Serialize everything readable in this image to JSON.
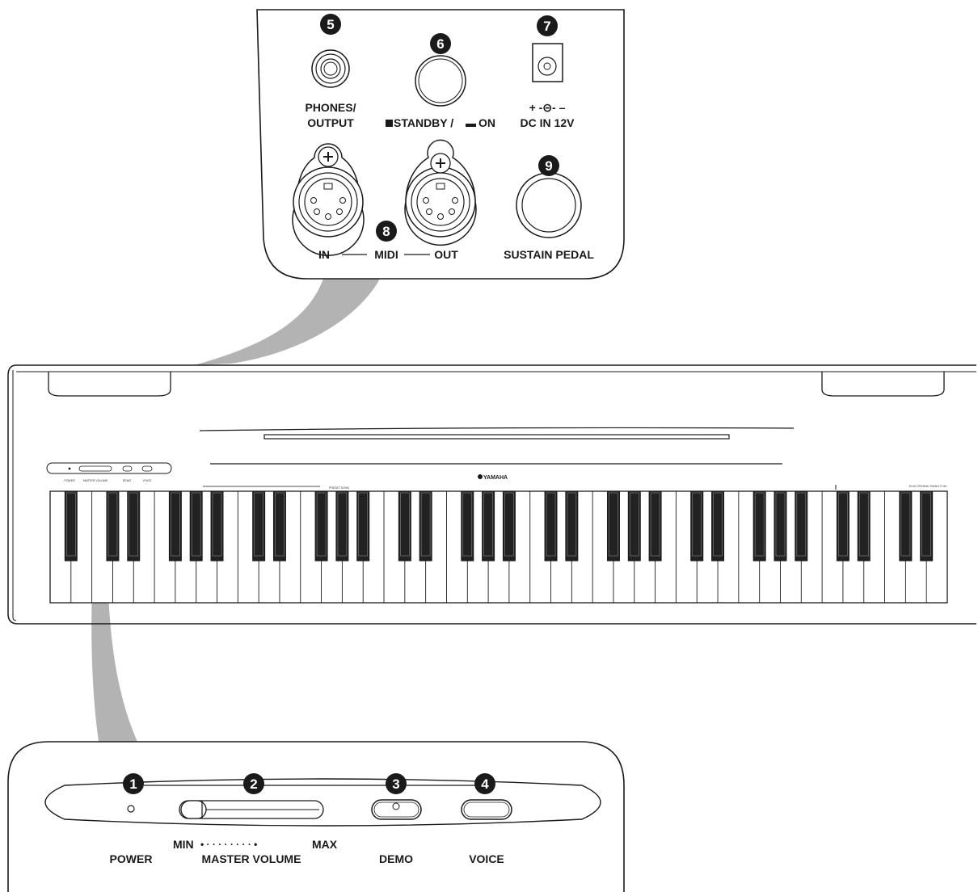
{
  "rear_panel": {
    "callouts": [
      "5",
      "6",
      "7",
      "8",
      "9"
    ],
    "phones_label_1": "PHONES/",
    "phones_label_2": "OUTPUT",
    "standby_label": "STANDBY /",
    "standby_on": "ON",
    "dc_polarity": "+ -⊝- –",
    "dc_label": "DC IN 12V",
    "midi_in": "IN",
    "midi_label": "MIDI",
    "midi_out": "OUT",
    "sustain_label": "SUSTAIN PEDAL"
  },
  "keyboard": {
    "brand": "YAMAHA",
    "model": "ELECTRONIC PIANO  P-60",
    "mini_labels": [
      "POWER",
      "MASTER VOLUME",
      "DEMO",
      "VOICE"
    ],
    "preset_label": "PRESET SONG",
    "white_keys": 43,
    "black_key_pattern": "C-group + F-group repeating"
  },
  "front_panel": {
    "callouts": [
      "1",
      "2",
      "3",
      "4"
    ],
    "power_label": "POWER",
    "volume_min": "MIN",
    "volume_dots": "• · · · · · · · · •",
    "volume_max": "MAX",
    "volume_label": "MASTER  VOLUME",
    "demo_label": "DEMO",
    "voice_label": "VOICE"
  },
  "colors": {
    "outline": "#1a1a1a",
    "callout_fill": "#1a1a1a",
    "connector_gray": "#b3b3b3",
    "black_key": "#222222"
  }
}
